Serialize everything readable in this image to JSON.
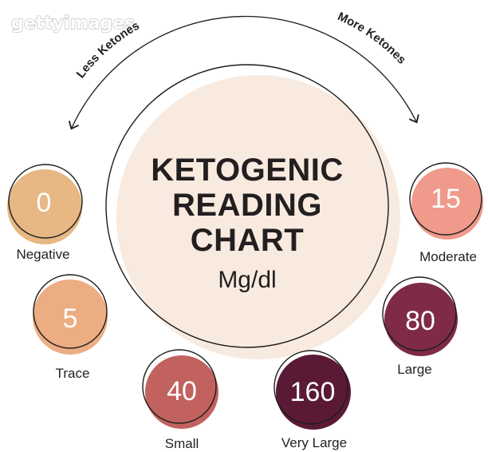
{
  "watermark": "gettyimages",
  "arrows": {
    "left_label": "Less Ketones",
    "right_label": "More Ketones"
  },
  "center": {
    "title_lines": [
      "KETOGENIC",
      "READING",
      "CHART"
    ],
    "unit": "Mg/dl"
  },
  "levels": [
    {
      "value": "0",
      "label": "Negative",
      "color": "#e7b784"
    },
    {
      "value": "5",
      "label": "Trace",
      "color": "#ecad83"
    },
    {
      "value": "40",
      "label": "Small",
      "color": "#c1625f"
    },
    {
      "value": "160",
      "label": "Very Large",
      "color": "#5a1a35"
    },
    {
      "value": "80",
      "label": "Large",
      "color": "#7e2a48"
    },
    {
      "value": "15",
      "label": "Moderate",
      "color": "#ef9a8a"
    }
  ],
  "colors": {
    "center_fill": "#f8eadf",
    "outline": "#1c1c1c",
    "text": "#231f20"
  }
}
